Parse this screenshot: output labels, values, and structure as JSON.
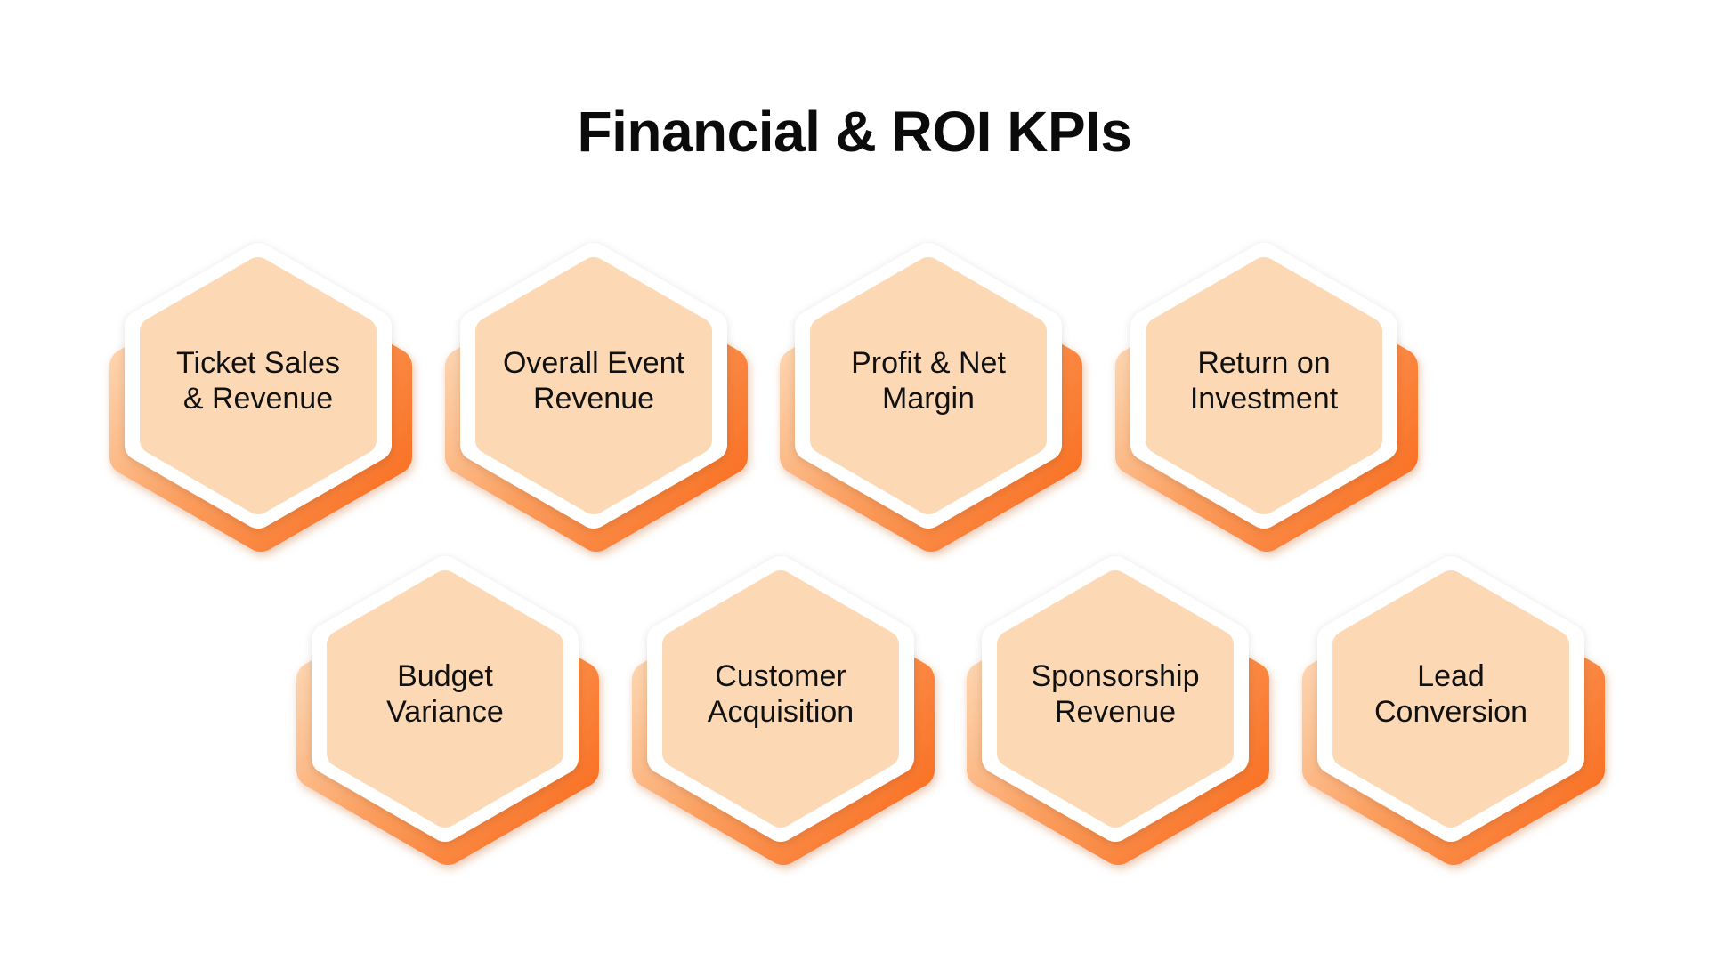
{
  "title": "Financial & ROI KPIs",
  "colors": {
    "peach_fill": "#FCD9B4",
    "ring": "#FFFFFF",
    "shadow_light": "#FDD2AB",
    "shadow_dark": "#F9712A",
    "text": "#111111"
  },
  "kpis": [
    {
      "label": "Ticket Sales\n& Revenue"
    },
    {
      "label": "Overall Event\nRevenue"
    },
    {
      "label": "Profit & Net\nMargin"
    },
    {
      "label": "Return on\nInvestment"
    },
    {
      "label": "Budget\nVariance"
    },
    {
      "label": "Customer\nAcquisition"
    },
    {
      "label": "Sponsorship\nRevenue"
    },
    {
      "label": "Lead\nConversion"
    }
  ]
}
